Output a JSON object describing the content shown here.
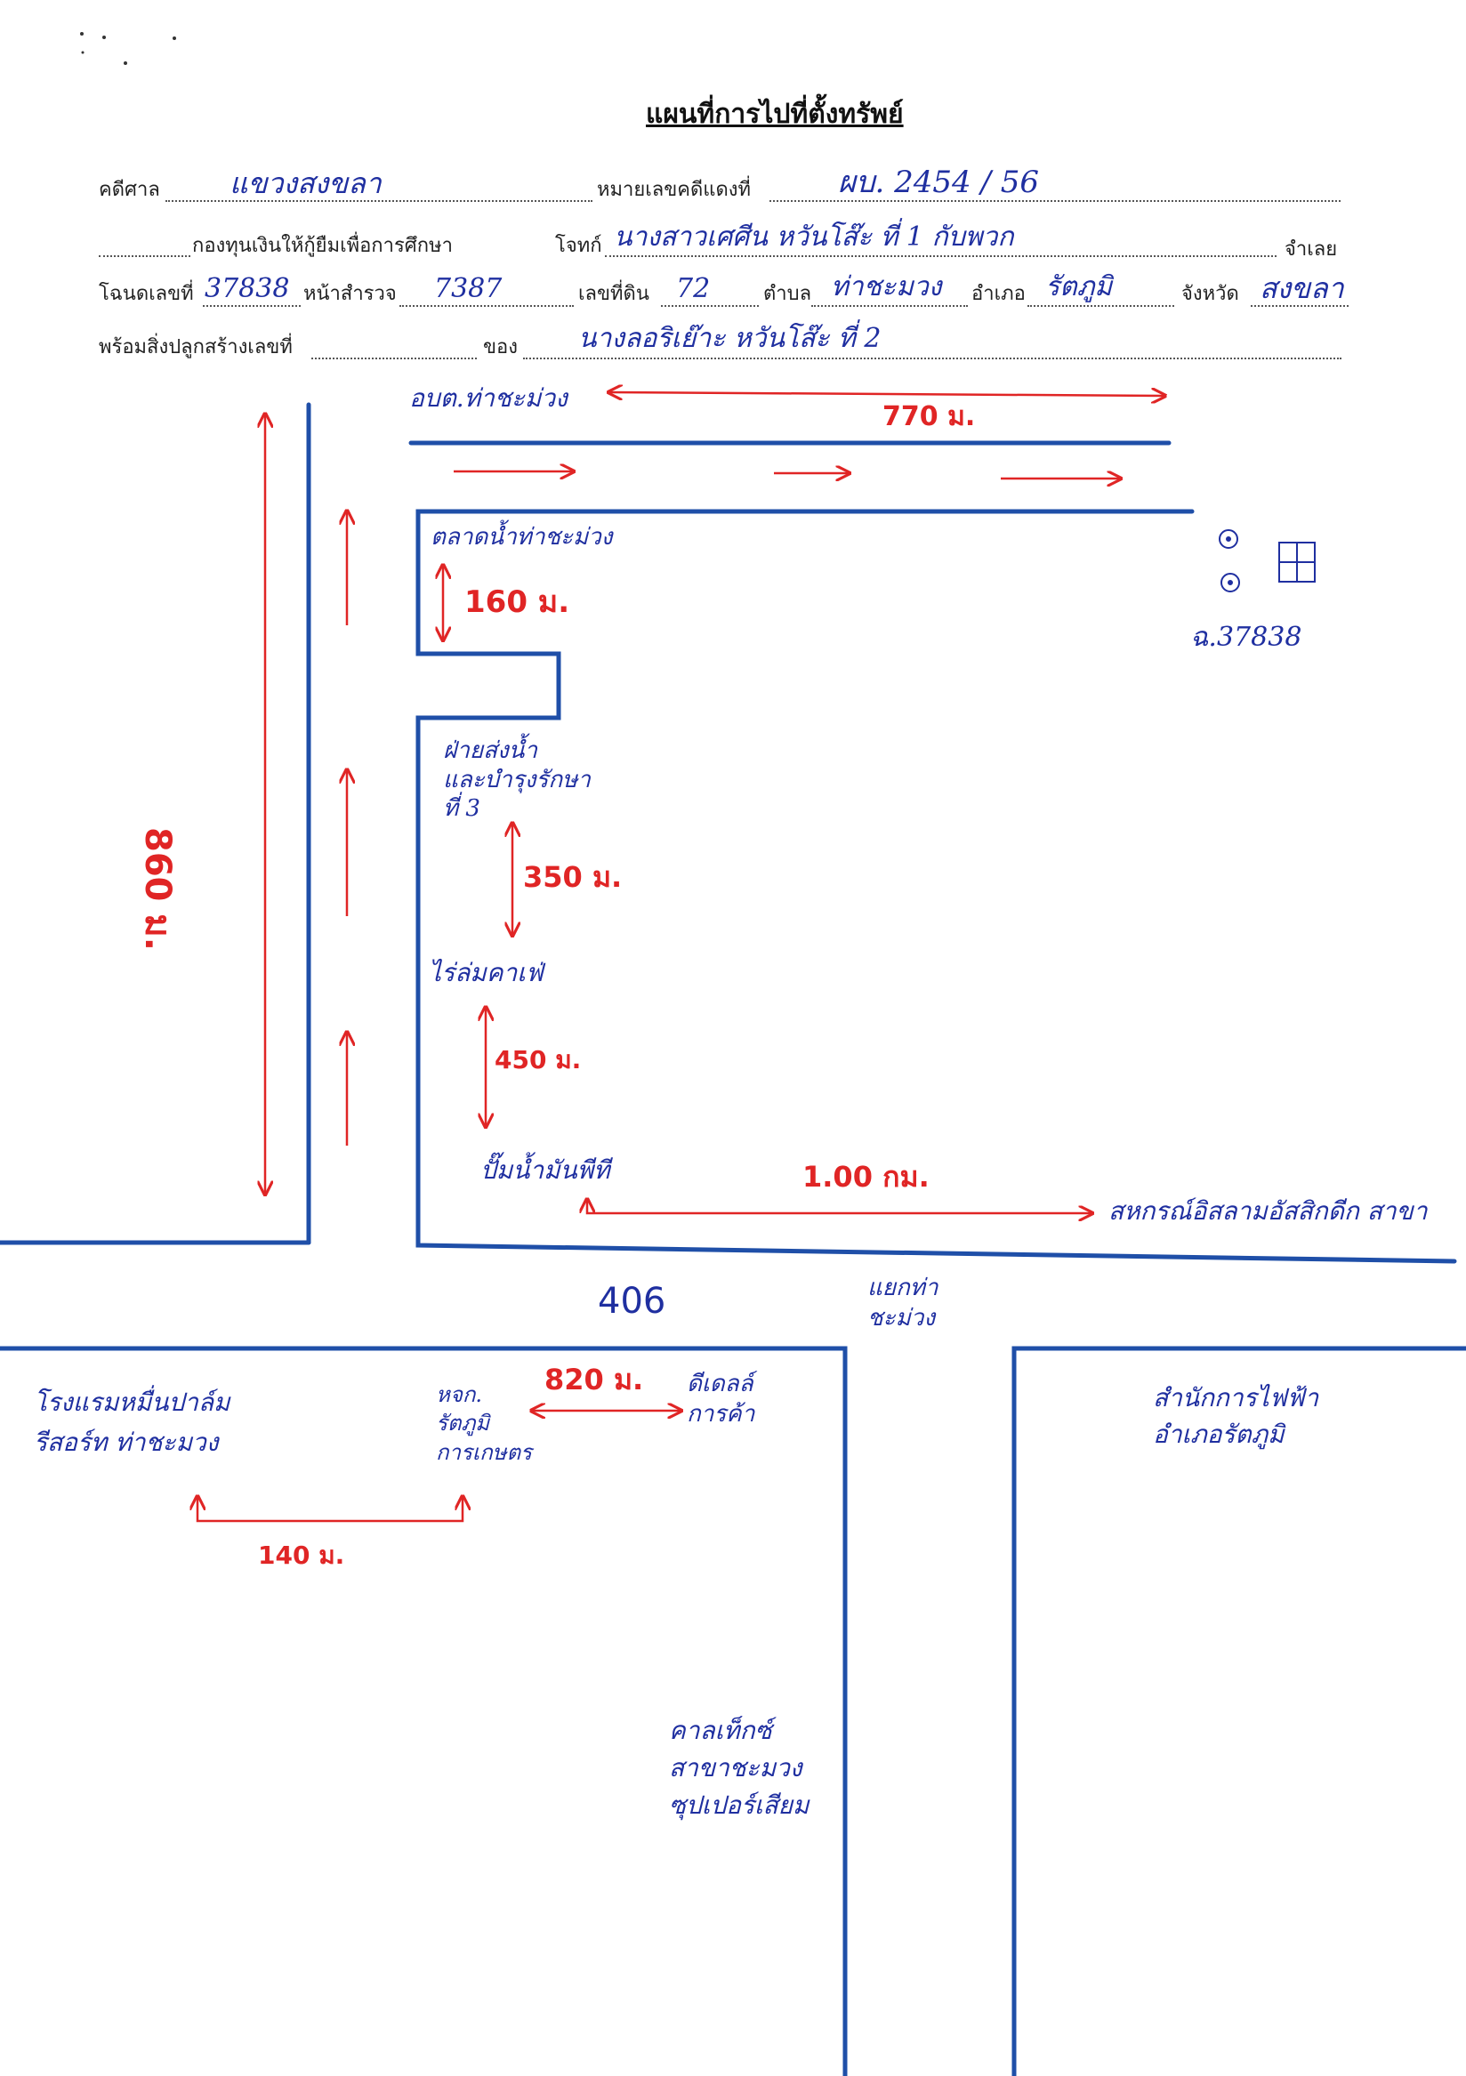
{
  "title": "แผนที่การไปที่ตั้งทรัพย์",
  "form": {
    "court_label": "คดีศาล",
    "court_value": "แขวงสงขลา",
    "case_no_label": "หมายเลขคดีแดงที่",
    "case_no_value": "ผบ. 2454 / 56",
    "plaintiff_name": "กองทุนเงินให้กู้ยืมเพื่อการศึกษา",
    "plaintiff_label": "โจทก์",
    "defendant_value": "นางสาวเศศีน หวันโส๊ะ ที่ 1 กับพวก",
    "defendant_label": "จำเลย",
    "deed_label": "โฉนดเลขที่",
    "deed_value": "37838",
    "survey_page_label": "หน้าสำรวจ",
    "survey_page_value": "7387",
    "land_no_label": "เลขที่ดิน",
    "land_no_value": "72",
    "subdistrict_label": "ตำบล",
    "subdistrict_value": "ท่าชะมวง",
    "district_label": "อำเภอ",
    "district_value": "รัตภูมิ",
    "province_label": "จังหวัด",
    "province_value": "สงขลา",
    "building_label": "พร้อมสิ่งปลูกสร้างเลขที่",
    "owner_label": "ของ",
    "owner_value": "นางลอริเย๊าะ หวันโส๊ะ ที่ 2"
  },
  "map": {
    "places": {
      "sao": "อบต.ท่าชะม่วง",
      "market": "ตลาดน้ำท่าชะม่วง",
      "irrigation": "ฝ่ายส่งน้ำ\nและบำรุงรักษา\nที่ 3",
      "chicken_farm": "ไร่ล่มคาเฟ่",
      "gas_station": "ปั๊มน้ำมันพีที",
      "coop": "สหกรณ์อิสลามอัสสิกดีก สาขา",
      "road_no": "406",
      "junction": "แยกท่า\nชะม่วง",
      "hotel": "โรงแรมหมื่นปาล์ม\nรีสอร์ท ท่าชะมวง",
      "agri_shop": "หจก.\nรัตภูมิ\nการเกษตร",
      "trade_shop": "ดีเดลล์\nการค้า",
      "electric_office": "สำนักการไฟฟ้า\nอำเภอรัตภูมิ",
      "caltex": "คาลเท็กซ์\nสาขาชะมวง\nซุปเปอร์เสียม",
      "deed_marker": "ฉ.37838"
    },
    "distances": {
      "d770": "770 ม.",
      "d160": "160 ม.",
      "d350": "350 ม.",
      "d450": "450 ม.",
      "d860": "860 ม.",
      "d100km": "1.00 กม.",
      "d820": "820 ม.",
      "d140": "140 ม."
    }
  },
  "colors": {
    "road": "#1f4fa8",
    "arrow": "#e02525",
    "handwriting": "#1f2fa0"
  }
}
